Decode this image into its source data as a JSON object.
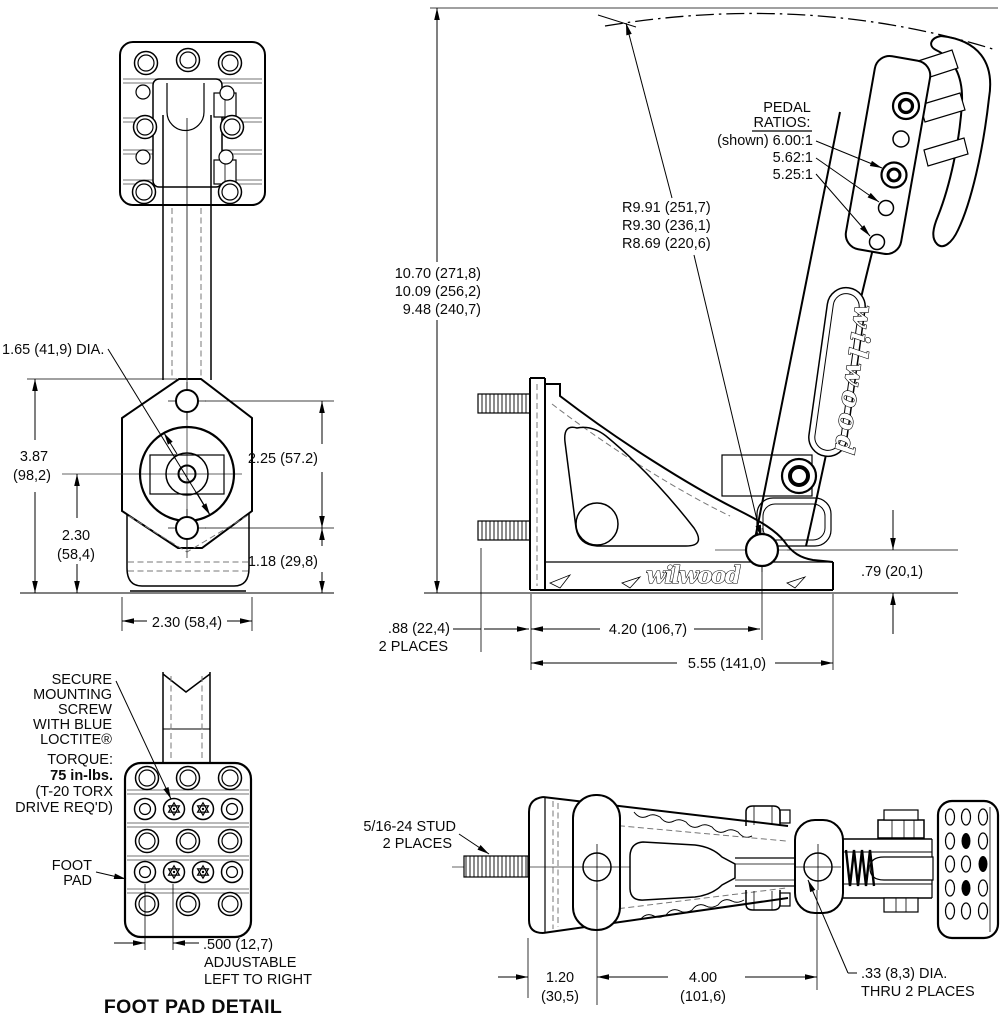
{
  "drawing": {
    "front_view": {
      "dia_label": "1.65 (41,9) DIA.",
      "dim_height_total": [
        "3.87",
        "(98,2)"
      ],
      "dim_height_lower": [
        "2.30",
        "(58,4)"
      ],
      "dim_bolt_span": "2.25 (57.2)",
      "dim_bolt_to_base": "1.18 (29,8)",
      "dim_width": "2.30 (58,4)"
    },
    "side_view": {
      "pedal_ratios_heading": [
        "PEDAL",
        "RATIOS:"
      ],
      "pedal_ratio_shown": "(shown) 6.00:1",
      "pedal_ratio_2": "5.62:1",
      "pedal_ratio_3": "5.25:1",
      "radius_values": [
        "R9.91 (251,7)",
        "R9.30 (236,1)",
        "R8.69 (220,6)"
      ],
      "height_values": [
        "10.70 (271,8)",
        "10.09 (256,2)",
        "9.48 (240,7)"
      ],
      "dim_pivot_height": ".79 (20,1)",
      "dim_stud_length": [
        ".88 (22,4)",
        "2 PLACES"
      ],
      "dim_pivot_offset": "4.20 (106,7)",
      "dim_base_length": "5.55 (141,0)",
      "brand_logo": "wilwood"
    },
    "foot_pad_detail": {
      "secure_note": [
        "SECURE",
        "MOUNTING",
        "SCREW",
        "WITH BLUE",
        "LOCTITE®"
      ],
      "torque_note": [
        "TORQUE:",
        "75 in-lbs.",
        "(T-20 TORX",
        "DRIVE REQ'D)"
      ],
      "foot_pad_label": [
        "FOOT",
        "PAD"
      ],
      "dim_hole_spacing": ".500 (12,7)",
      "adjustable_note": [
        "ADJUSTABLE",
        "LEFT TO RIGHT"
      ],
      "title": "FOOT PAD DETAIL"
    },
    "top_view": {
      "stud_label": [
        "5/16-24 STUD",
        "2 PLACES"
      ],
      "dim_pad_depth": [
        "1.20",
        "(30,5)"
      ],
      "dim_hole_span": [
        "4.00",
        "(101,6)"
      ],
      "dia_label": [
        ".33 (8,3) DIA.",
        "THRU 2 PLACES"
      ]
    }
  }
}
